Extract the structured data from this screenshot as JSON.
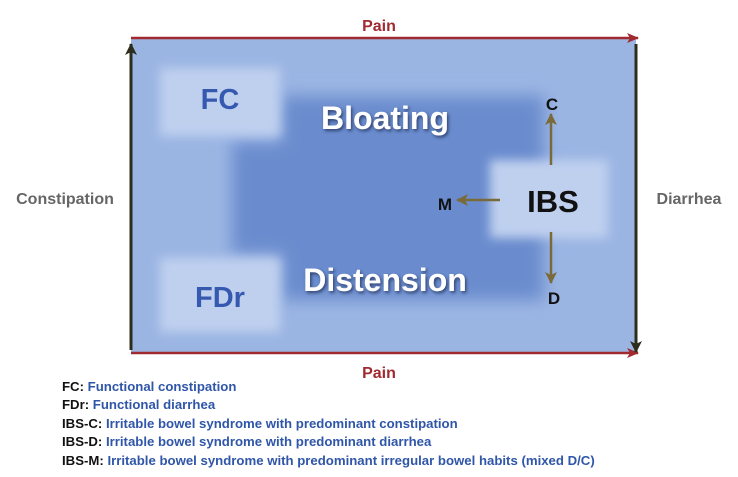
{
  "labels": {
    "pain_top": "Pain",
    "pain_bottom": "Pain",
    "left": "Constipation",
    "right": "Diarrhea",
    "fc": "FC",
    "fdr": "FDr",
    "bloating": "Bloating",
    "distension": "Distension",
    "ibs": "IBS",
    "c": "C",
    "m": "M",
    "d": "D"
  },
  "legend": [
    {
      "abbr": "FC:",
      "text": "Functional constipation"
    },
    {
      "abbr": "FDr:",
      "text": "Functional diarrhea"
    },
    {
      "abbr": "IBS-C:",
      "text": "Irritable bowel syndrome with predominant constipation"
    },
    {
      "abbr": "IBS-D:",
      "text": "Irritable bowel syndrome with predominant diarrhea"
    },
    {
      "abbr": "IBS-M:",
      "text": "Irritable bowel syndrome with predominant irregular bowel habits (mixed D/C)"
    }
  ],
  "colors": {
    "box": "#9bb5e3",
    "inner": "#6a8cce",
    "pale": "#bfd0ef",
    "pain_arrow": "#a02a2f",
    "side_arrow": "#2d2d1e",
    "ibs_arrow": "#7a6a3a",
    "label_blue": "#3659b0",
    "label_gray": "#666666",
    "legend_blue": "#2f56a8"
  }
}
